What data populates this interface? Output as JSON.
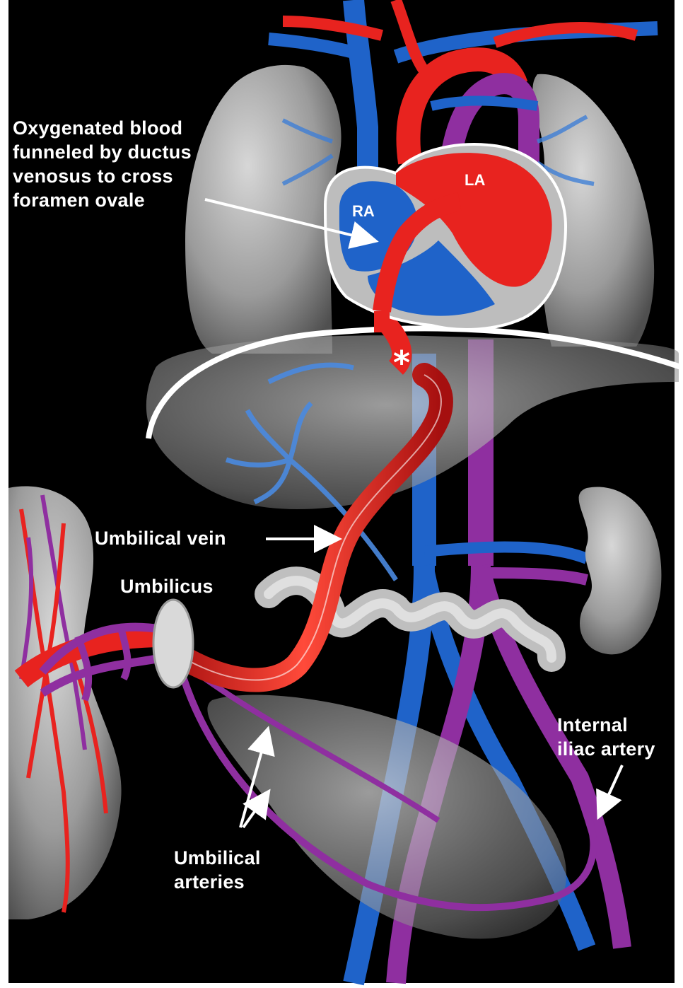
{
  "labels": {
    "oxygenated_blood": [
      "Oxygenated blood",
      "funneled by ductus",
      "venosus to cross",
      "foramen ovale"
    ],
    "ra": "RA",
    "la": "LA",
    "asterisk": "*",
    "umbilical_vein": "Umbilical vein",
    "umbilicus": "Umbilicus",
    "internal_iliac": [
      "Internal",
      "iliac artery"
    ],
    "umbilical_arteries": [
      "Umbilical",
      "arteries"
    ]
  },
  "colors": {
    "background": "#000000",
    "frame": "#ffffff",
    "oxygenated": "#e8231f",
    "deoxygenated": "#1f63c9",
    "mixed": "#8f2fa0",
    "organ": "#9a9a9a",
    "label_text": "#ffffff"
  }
}
